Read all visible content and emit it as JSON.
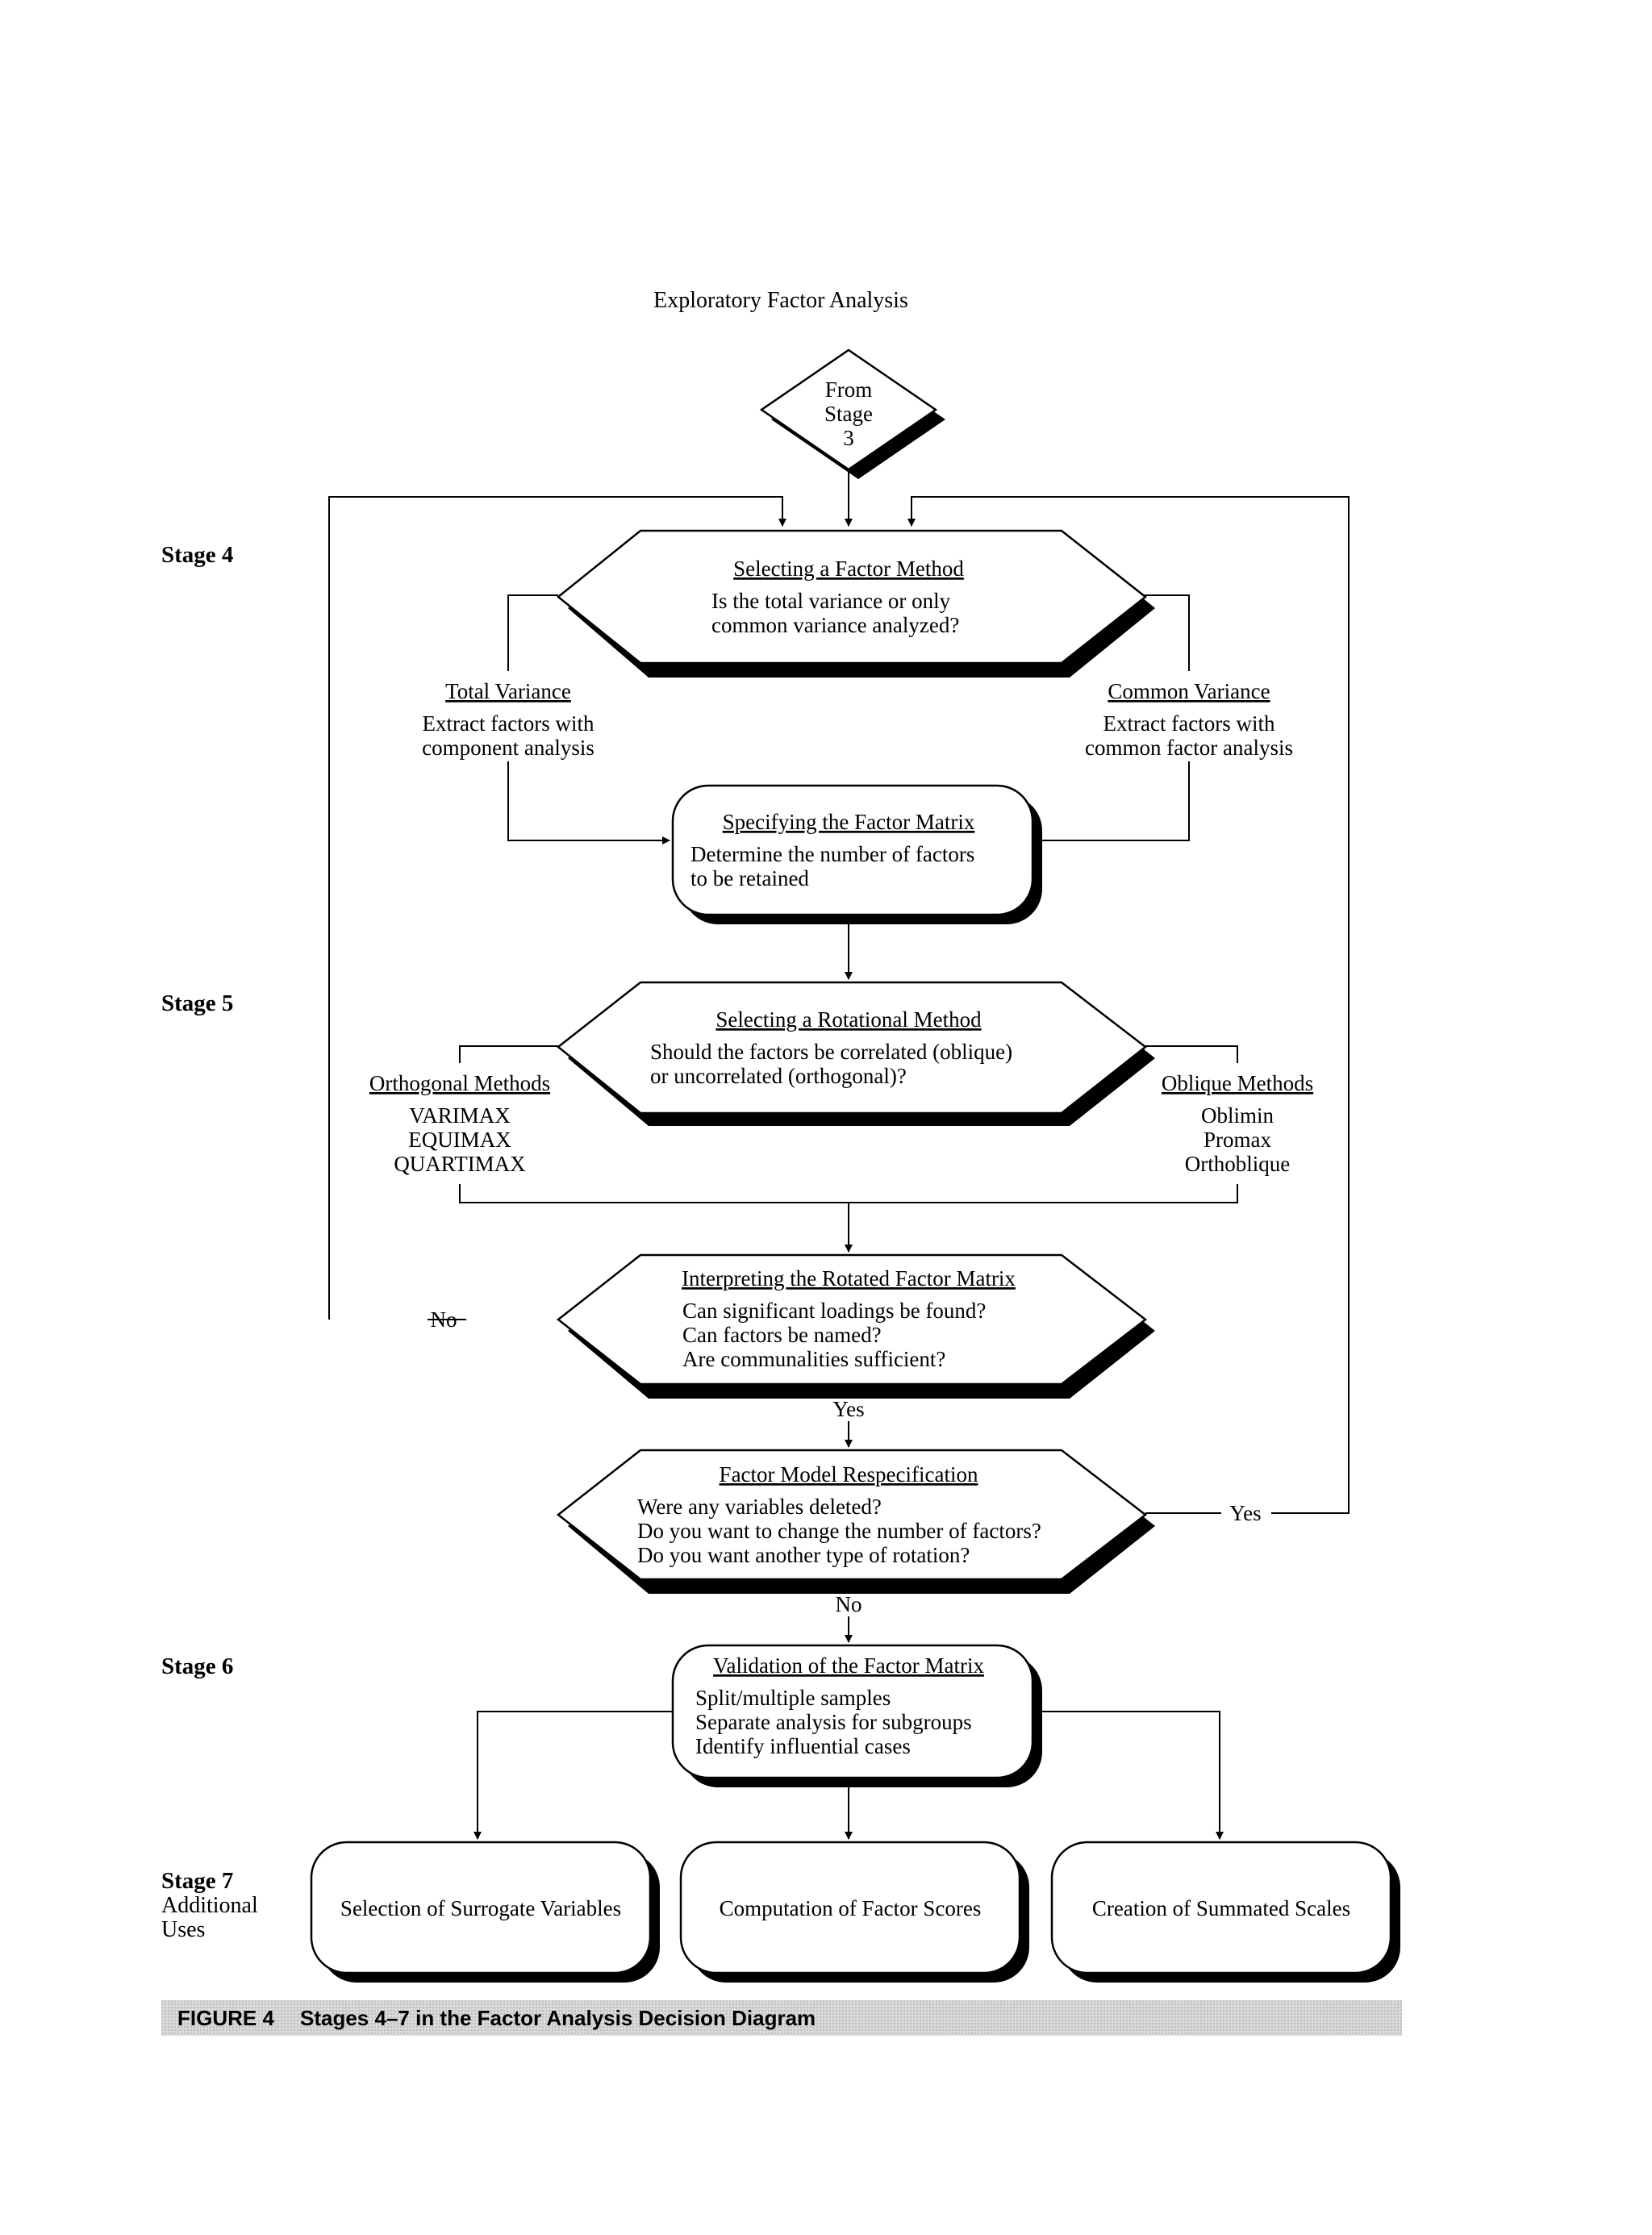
{
  "title": "Exploratory Factor Analysis",
  "start": {
    "lines": [
      "From",
      "Stage",
      "3"
    ]
  },
  "stages": {
    "stage4": "Stage 4",
    "stage5": "Stage 5",
    "stage6": "Stage 6",
    "stage7": "Stage 7",
    "stage7_sub1": "Additional",
    "stage7_sub2": "Uses"
  },
  "selecting_factor_method": {
    "heading": "Selecting a Factor Method",
    "lines": [
      "Is the total variance or only",
      "common variance analyzed?"
    ]
  },
  "total_variance": {
    "heading": "Total Variance",
    "lines": [
      "Extract factors with",
      "component analysis"
    ]
  },
  "common_variance": {
    "heading": "Common Variance",
    "lines": [
      "Extract factors with",
      "common factor analysis"
    ]
  },
  "specifying_factor_matrix": {
    "heading": "Specifying the Factor Matrix",
    "lines": [
      "Determine the number of factors",
      "to be retained"
    ]
  },
  "selecting_rotational_method": {
    "heading": "Selecting a Rotational Method",
    "lines": [
      "Should the factors be correlated (oblique)",
      "or uncorrelated (orthogonal)?"
    ]
  },
  "orthogonal_methods": {
    "heading": "Orthogonal Methods",
    "items": [
      "VARIMAX",
      "EQUIMAX",
      "QUARTIMAX"
    ]
  },
  "oblique_methods": {
    "heading": "Oblique Methods",
    "items": [
      "Oblimin",
      "Promax",
      "Orthoblique"
    ]
  },
  "interpreting_rotated_matrix": {
    "heading": "Interpreting the Rotated Factor Matrix",
    "lines": [
      "Can significant loadings be found?",
      "Can factors be named?",
      "Are communalities sufficient?"
    ]
  },
  "factor_model_respecification": {
    "heading": "Factor Model Respecification",
    "lines": [
      "Were any variables deleted?",
      "Do you want to change the number of factors?",
      "Do you want another type of rotation?"
    ]
  },
  "validation_factor_matrix": {
    "heading": "Validation of the Factor Matrix",
    "lines": [
      "Split/multiple samples",
      "Separate analysis for subgroups",
      "Identify influential cases"
    ]
  },
  "additional_uses": [
    "Selection of Surrogate Variables",
    "Computation of Factor Scores",
    "Creation of Summated Scales"
  ],
  "edge_labels": {
    "no_interpret": "No",
    "yes_interpret": "Yes",
    "no_respec": "No",
    "yes_respec": "Yes"
  },
  "caption": {
    "label": "FIGURE 4",
    "text": "Stages 4–7 in the Factor Analysis Decision Diagram"
  }
}
